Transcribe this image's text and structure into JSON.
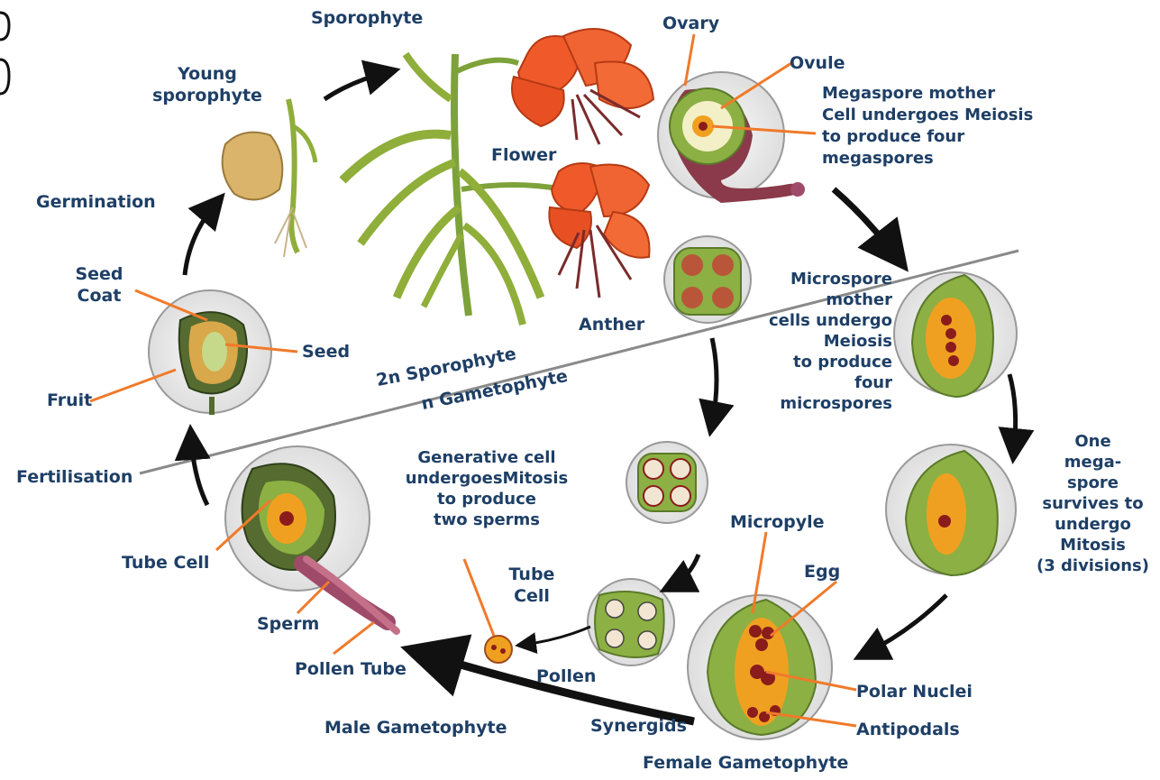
{
  "labels": {
    "sporophyte": "Sporophyte",
    "young_sporophyte": "Young\nsporophyte",
    "ovary": "Ovary",
    "ovule": "Ovule",
    "megaspore_mother": "Megaspore mother\nCell undergoes Meiosis\nto produce four\nmegaspores",
    "germination": "Germination",
    "flower": "Flower",
    "seed_coat": "Seed\nCoat",
    "seed": "Seed",
    "fruit": "Fruit",
    "anther": "Anther",
    "microspore_mother": "Microspore\nmother\ncells undergo\nMeiosis\nto produce\nfour\nmicrospores",
    "sporophyte_2n": "2n Sporophyte",
    "gametophyte_n": "n Gametophyte",
    "fertilisation": "Fertilisation",
    "generative_cell": "Generative cell\nundergoesMitosis\nto produce\ntwo sperms",
    "one_megaspore": "One\nmega-\nspore\nsurvives to\nundergo\nMitosis\n(3 divisions)",
    "micropyle": "Micropyle",
    "tube_cell_left": "Tube Cell",
    "tube_cell_mid": "Tube\nCell",
    "egg": "Egg",
    "sperm": "Sperm",
    "pollen_tube": "Pollen Tube",
    "pollen": "Pollen",
    "polar_nuclei": "Polar Nuclei",
    "male_gametophyte": "Male Gametophyte",
    "synergids": "Synergids",
    "antipodals": "Antipodals",
    "female_gametophyte": "Female Gametophyte"
  },
  "colors": {
    "label_text": "#1e3f66",
    "leader_line": "#f07a2a",
    "arrow": "#111111",
    "petal": "#f05a2a",
    "leaf": "#8fae3a",
    "ovule_green": "#8cb043",
    "nucellus_orange": "#f0a020",
    "nucleus": "#8a1c1c",
    "circle_bg": "#eeeeee",
    "tube_purple": "#a04a6a"
  }
}
